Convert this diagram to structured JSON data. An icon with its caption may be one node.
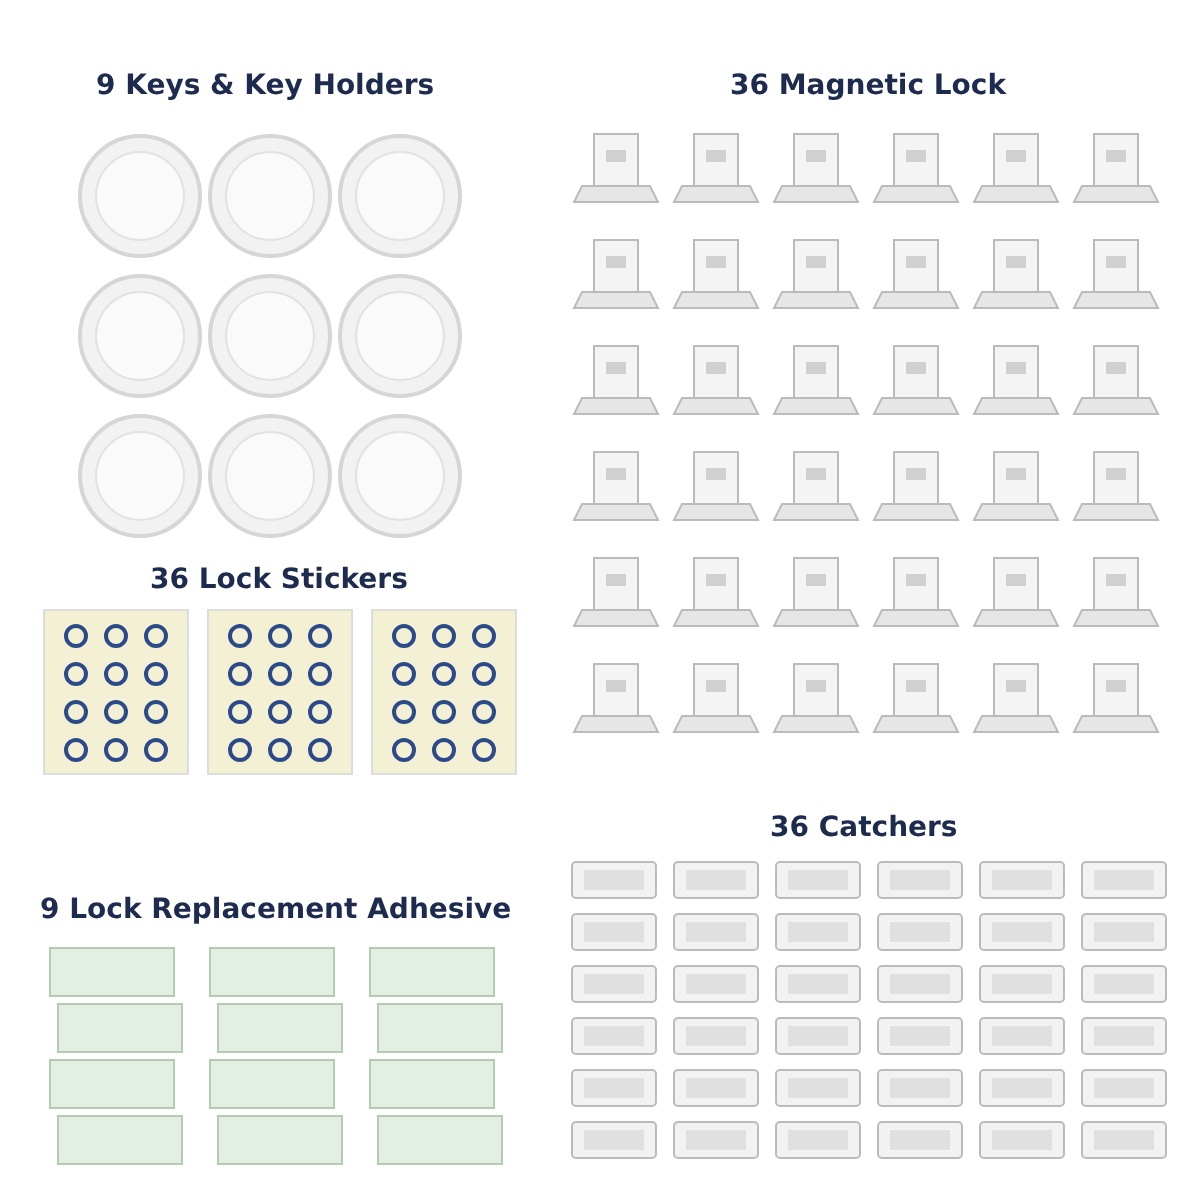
{
  "diagram": {
    "labels": [
      "9 Keys & Key Holders",
      "36 Magnetic Lock",
      "36 Lock Stickers",
      "36 Catchers",
      "9 Lock Replacement Adhesive"
    ]
  }
}
